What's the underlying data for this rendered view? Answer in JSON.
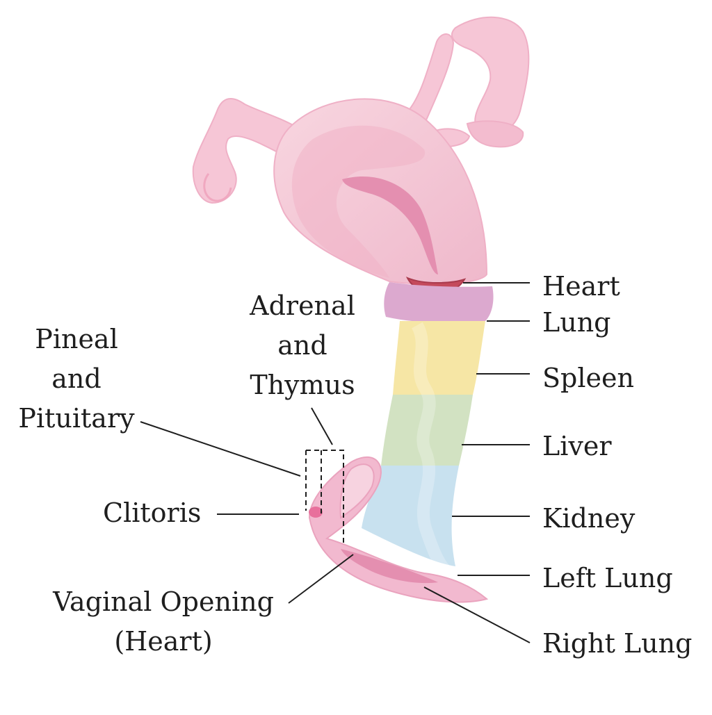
{
  "labels": {
    "heart": "Heart",
    "lung": "Lung",
    "spleen": "Spleen",
    "liver": "Liver",
    "kidney": "Kidney",
    "left_lung": "Left Lung",
    "right_lung": "Right Lung",
    "clitoris": "Clitoris",
    "pineal": [
      "Pineal",
      "and",
      "Pituitary"
    ],
    "adrenal": [
      "Adrenal",
      "and",
      "Thymus"
    ],
    "vaginal": [
      "Vaginal Opening",
      "(Heart)"
    ]
  },
  "colors": {
    "uterus": "#f6ccd8",
    "uterus_shade": "#eeaac0",
    "canal": "#e48fb0",
    "heart_band": "#c44a5c",
    "lung_band": "#dca9cf",
    "spleen_band": "#f6e6a5",
    "liver_band": "#d2e2c2",
    "kidney_band": "#c8e1ef",
    "vulva": "#f2b9cf",
    "clitoris": "#e8709c",
    "leader": "#1e1e1e",
    "text": "#1e1e1e"
  }
}
